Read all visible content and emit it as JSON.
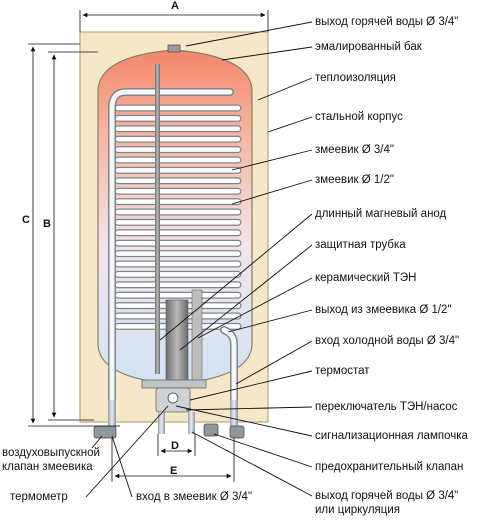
{
  "dimensions": {
    "a": "A",
    "b": "B",
    "c": "C",
    "d": "D",
    "e": "E"
  },
  "labels": {
    "hot_water_out": "выход горячей воды Ø 3/4\"",
    "enamel_tank": "эмалированный бак",
    "insulation": "теплоизоляция",
    "steel_casing": "стальной корпус",
    "coil_34": "змеевик Ø 3/4\"",
    "coil_12": "змеевик Ø 1/2\"",
    "magnesium_anode": "длинный магневый анод",
    "protective_tube": "защитная трубка",
    "ceramic_heater": "керамический ТЭН",
    "coil_outlet": "выход из змеевика Ø 1/2\"",
    "cold_water_in": "вход холодной воды Ø 3/4\"",
    "thermostat": "термостат",
    "heater_pump_switch": "переключатель ТЭН/насос",
    "signal_lamp": "сигнализационная лампочка",
    "safety_valve": "предохранительный клапан",
    "hot_water_out_2": "выход горячей воды Ø 3/4\"",
    "or_circulation": "или циркуляция",
    "air_vent_line1": "воздуховыпускной",
    "air_vent_line2": "клапан змеевика",
    "thermometer": "термометр",
    "coil_inlet": "вход в змеевик Ø 3/4\""
  },
  "colors": {
    "casing": "#f5e7c8",
    "tank_top": "#f2866a",
    "tank_bottom": "#cfe3f5",
    "coil": "#ffffff",
    "anode": "#8a8a8a"
  }
}
